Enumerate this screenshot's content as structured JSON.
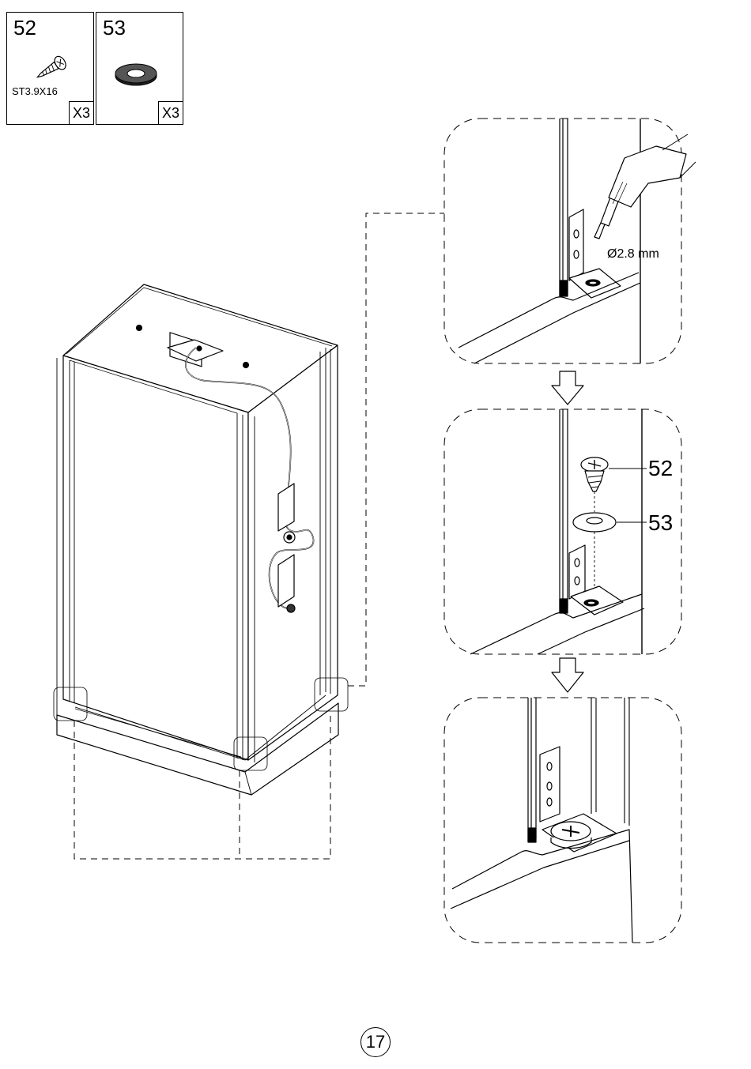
{
  "parts": [
    {
      "number": "52",
      "spec": "ST3.9X16",
      "qty": "X3",
      "icon": "screw-icon"
    },
    {
      "number": "53",
      "spec": "",
      "qty": "X3",
      "icon": "washer-icon"
    }
  ],
  "detail_steps": {
    "drill": {
      "drill_size": "Ø2.8 mm",
      "icon": "drill-icon"
    },
    "fasten": {
      "callout_screw": "52",
      "callout_washer": "53"
    },
    "result": {}
  },
  "page_number": "17"
}
